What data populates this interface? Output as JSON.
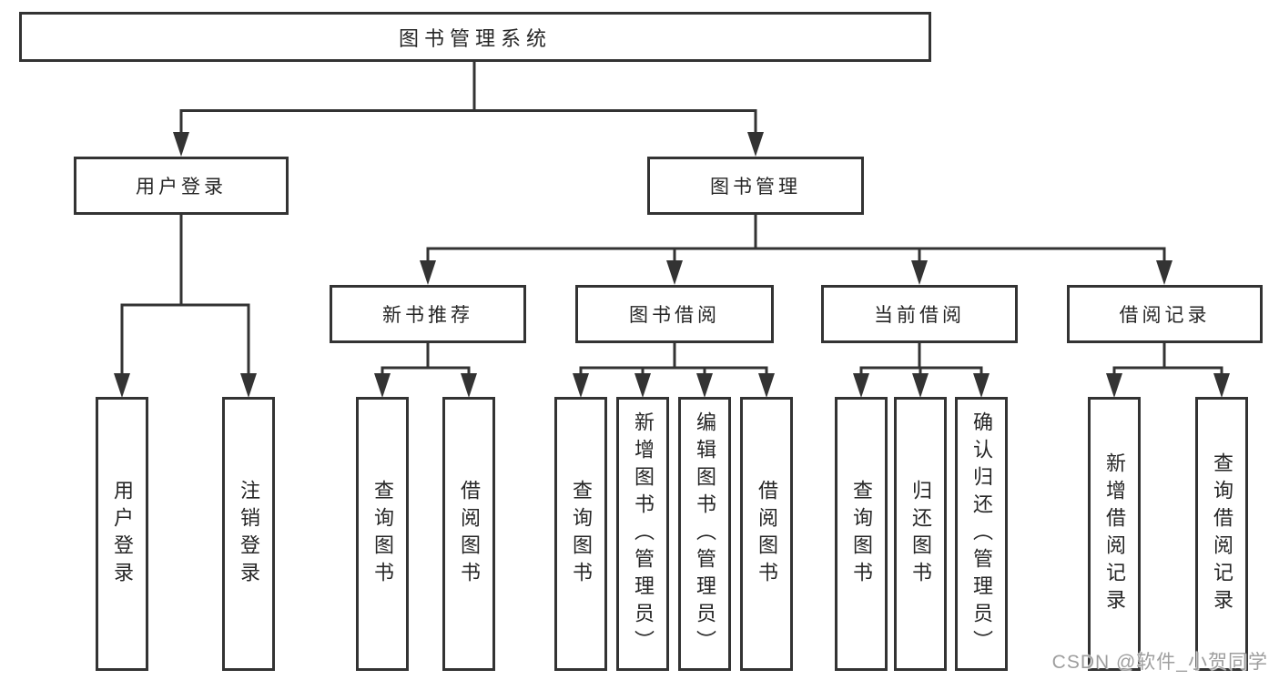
{
  "tree": {
    "root": {
      "label": "图书管理系统"
    },
    "children": [
      {
        "label": "用户登录",
        "children": [
          {
            "label": "用户登录"
          },
          {
            "label": "注销登录"
          }
        ]
      },
      {
        "label": "图书管理",
        "children": [
          {
            "label": "新书推荐",
            "children": [
              {
                "label": "查询图书"
              },
              {
                "label": "借阅图书"
              }
            ]
          },
          {
            "label": "图书借阅",
            "children": [
              {
                "label": "查询图书"
              },
              {
                "label": "新增图书（管理员）"
              },
              {
                "label": "编辑图书（管理员）"
              },
              {
                "label": "借阅图书"
              }
            ]
          },
          {
            "label": "当前借阅",
            "children": [
              {
                "label": "查询图书"
              },
              {
                "label": "归还图书"
              },
              {
                "label": "确认归还（管理员）"
              }
            ]
          },
          {
            "label": "借阅记录",
            "children": [
              {
                "label": "新增借阅记录"
              },
              {
                "label": "查询借阅记录"
              }
            ]
          }
        ]
      }
    ]
  },
  "watermark": {
    "text": "CSDN @软件_小贺同学"
  },
  "colors": {
    "line": "#333333",
    "box_background": "#ffffff",
    "text": "#262626",
    "watermark": "#9e9e9e"
  }
}
